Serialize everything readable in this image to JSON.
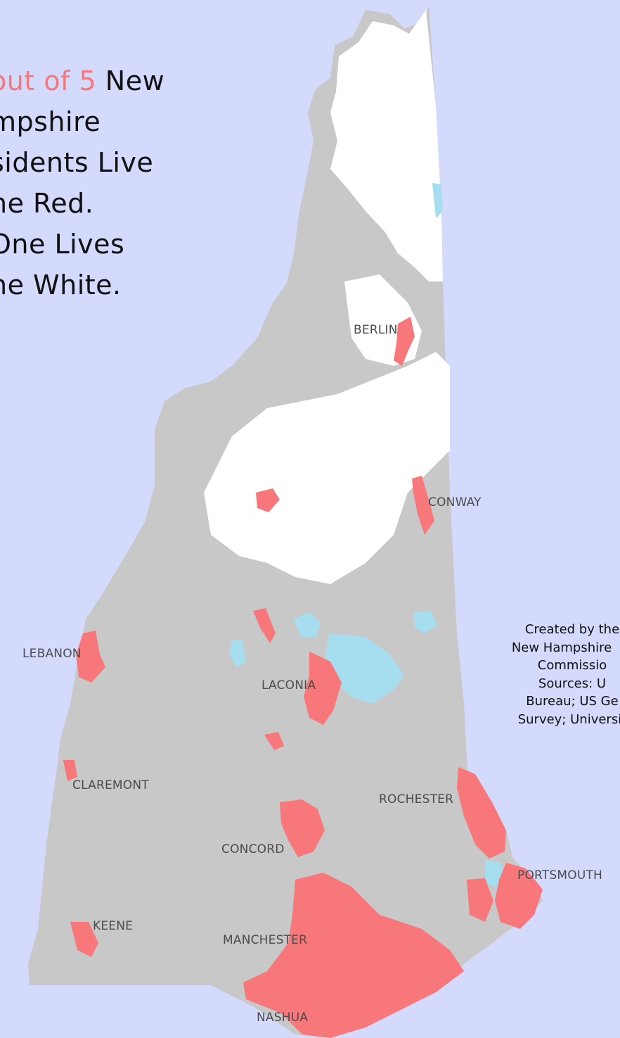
{
  "headline": {
    "highlight": "out of 5",
    "lines": [
      " New",
      "mpshire",
      "sidents Live",
      "he Red.",
      "One Lives",
      "he White."
    ]
  },
  "credits": {
    "lines": [
      "Created by the",
      "New Hampshire",
      "Commissio",
      "Sources: U",
      "Bureau; US Ge",
      "Survey; Universit"
    ]
  },
  "colors": {
    "background": "#d3dafb",
    "land": "#c8c8c8",
    "wilderness": "#ffffff",
    "urban": "#f7777b",
    "water": "#a6def0"
  },
  "cities": {
    "berlin": "BERLIN",
    "conway": "CONWAY",
    "lebanon": "LEBANON",
    "laconia": "LACONIA",
    "claremont": "CLAREMONT",
    "rochester": "ROCHESTER",
    "concord": "CONCORD",
    "portsmouth": "PORTSMOUTH",
    "keene": "KEENE",
    "manchester": "MANCHESTER",
    "nashua": "NASHUA"
  }
}
